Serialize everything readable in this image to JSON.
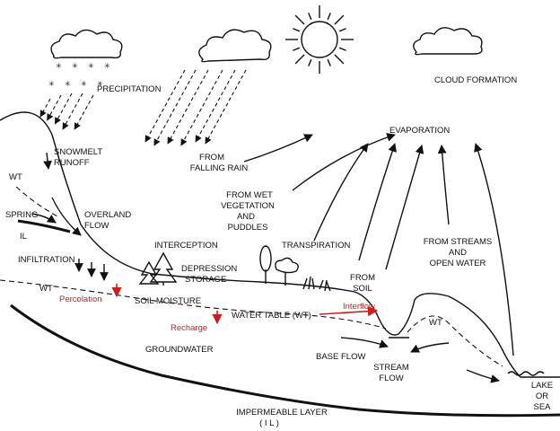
{
  "labels": {
    "precipitation": "PRECIPITATION",
    "cloud_formation": "CLOUD FORMATION",
    "evaporation": "EVAPORATION",
    "snowmelt_1": "SNOWMELT",
    "snowmelt_2": "RUNOFF",
    "from_falling_rain_1": "FROM",
    "from_falling_rain_2": "FALLING RAIN",
    "wt_left": "WT",
    "spring": "SPRING",
    "il_left": "IL",
    "overland_1": "OVERLAND",
    "overland_2": "FLOW",
    "from_wet_1": "FROM WET",
    "from_wet_2": "VEGETATION",
    "from_wet_3": "AND",
    "from_wet_4": "PUDDLES",
    "interception": "INTERCEPTION",
    "transpiration": "TRANSPIRATION",
    "from_streams_1": "FROM STREAMS",
    "from_streams_2": "AND",
    "from_streams_3": "OPEN WATER",
    "infiltration": "INFILTRATION",
    "depression_1": "DEPRESSION",
    "depression_2": "STORAGE",
    "from_soil_1": "FROM",
    "from_soil_2": "SOIL",
    "wt_mid": "WT",
    "percolation": "Percolation",
    "soil_moisture": "SOIL MOISTURE",
    "water_table": "WATER TABLE (WT)",
    "interflow": "Interflow",
    "wt_right": "WT",
    "recharge": "Recharge",
    "groundwater": "GROUNDWATER",
    "base_flow": "BASE FLOW",
    "stream_flow_1": "STREAM",
    "stream_flow_2": "FLOW",
    "lake_1": "LAKE",
    "lake_2": "OR",
    "lake_3": "SEA",
    "impermeable_1": "IMPERMEABLE LAYER",
    "impermeable_2": "( I L )"
  },
  "colors": {
    "ink": "#111111",
    "red": "#d11a1a"
  },
  "icons": [
    "sun-icon",
    "cloud-icon",
    "snowflake-icon",
    "tree-icon",
    "grass-icon",
    "wave-icon"
  ]
}
